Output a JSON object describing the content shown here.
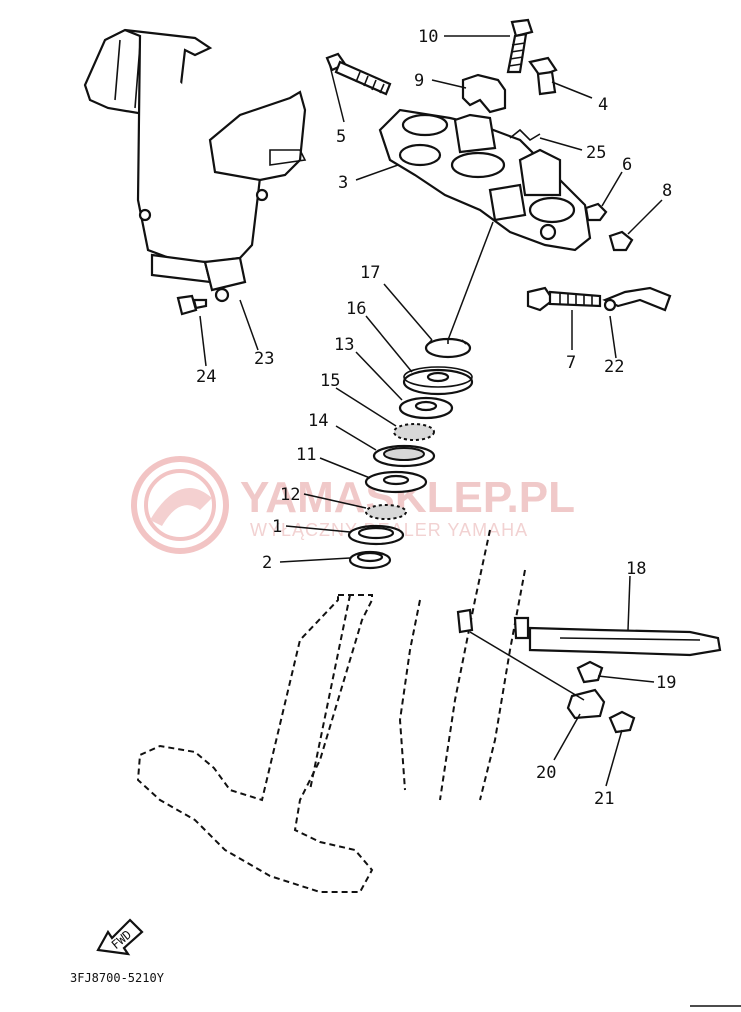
{
  "watermark": {
    "brand": "YAMASKLEP.PL",
    "tagline": "WYŁĄCZNY DEALER YAMAHA"
  },
  "diagram_code": "3FJ8700-5210Y",
  "fwd_label": "FWD",
  "callouts": [
    {
      "id": "10",
      "label": "10"
    },
    {
      "id": "9",
      "label": "9"
    },
    {
      "id": "4",
      "label": "4"
    },
    {
      "id": "5",
      "label": "5"
    },
    {
      "id": "25",
      "label": "25"
    },
    {
      "id": "3",
      "label": "3"
    },
    {
      "id": "6",
      "label": "6"
    },
    {
      "id": "8",
      "label": "8"
    },
    {
      "id": "17",
      "label": "17"
    },
    {
      "id": "16",
      "label": "16"
    },
    {
      "id": "13",
      "label": "13"
    },
    {
      "id": "15",
      "label": "15"
    },
    {
      "id": "14",
      "label": "14"
    },
    {
      "id": "11",
      "label": "11"
    },
    {
      "id": "12",
      "label": "12"
    },
    {
      "id": "1",
      "label": "1"
    },
    {
      "id": "2",
      "label": "2"
    },
    {
      "id": "7",
      "label": "7"
    },
    {
      "id": "22",
      "label": "22"
    },
    {
      "id": "23",
      "label": "23"
    },
    {
      "id": "24",
      "label": "24"
    },
    {
      "id": "18",
      "label": "18"
    },
    {
      "id": "19",
      "label": "19"
    },
    {
      "id": "20",
      "label": "20"
    },
    {
      "id": "21",
      "label": "21"
    }
  ]
}
